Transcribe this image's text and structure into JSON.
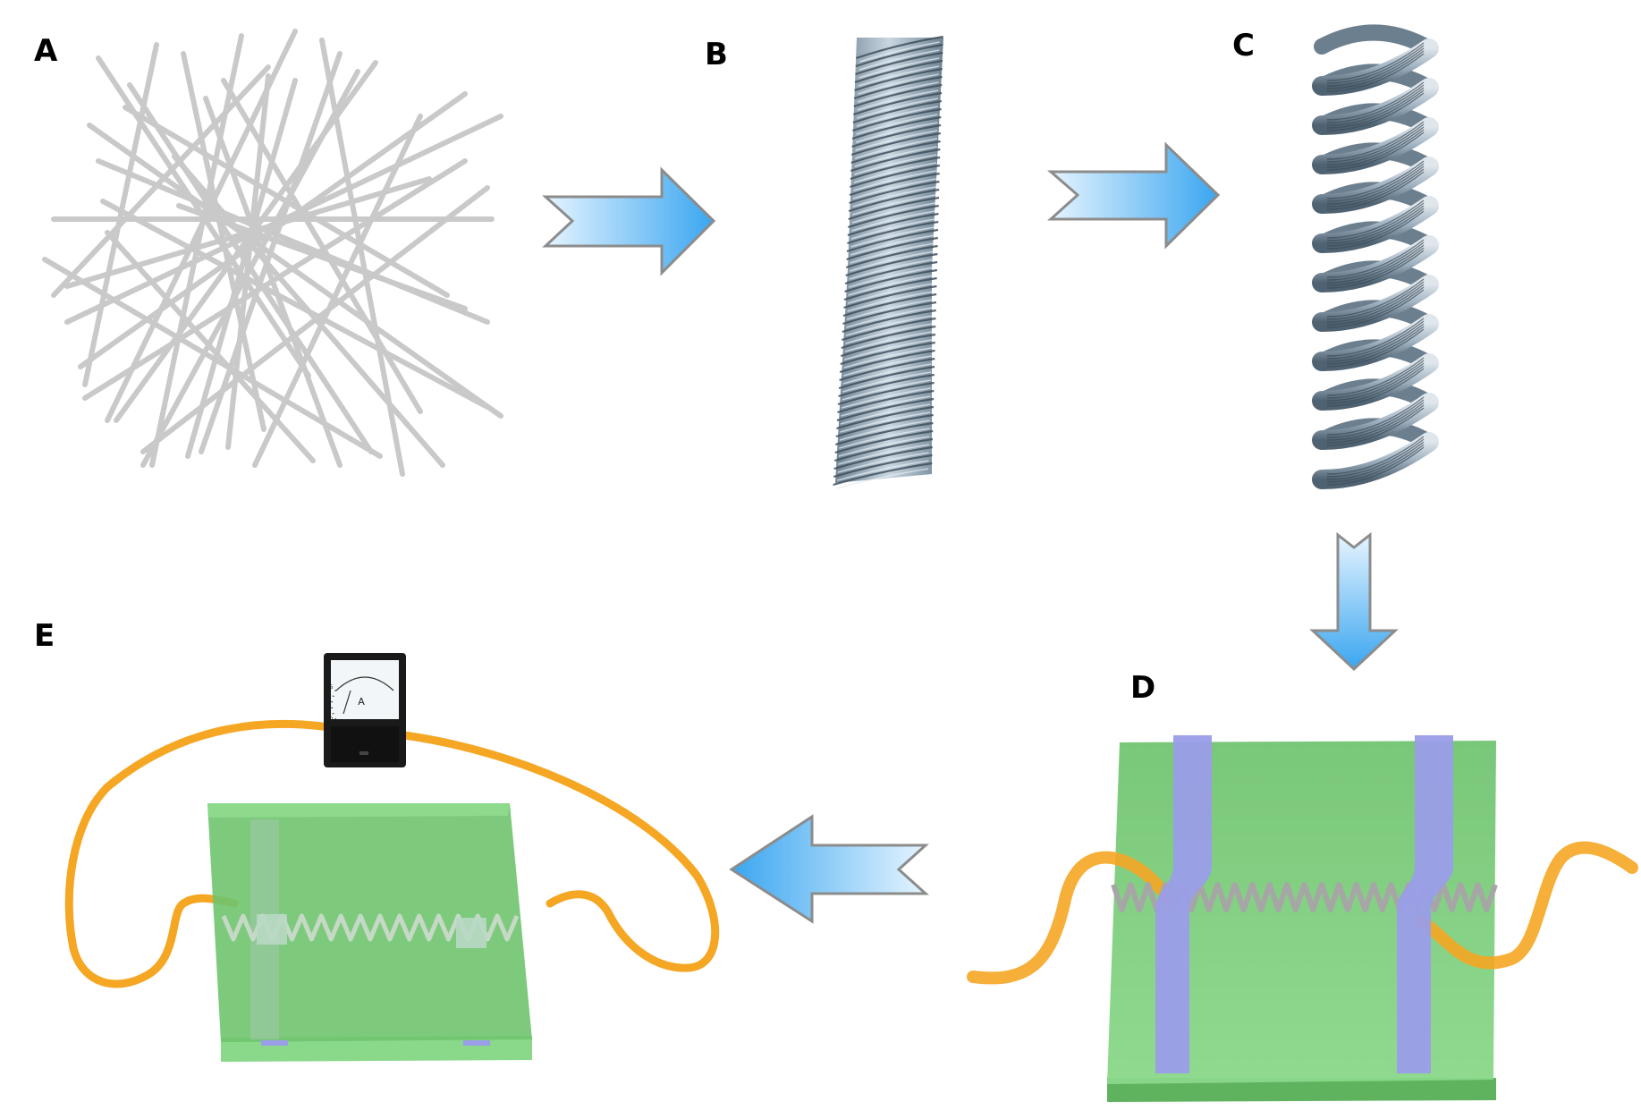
{
  "panels": {
    "a": {
      "label": "A"
    },
    "b": {
      "label": "B"
    },
    "c": {
      "label": "C"
    },
    "d": {
      "label": "D"
    },
    "e": {
      "label": "E"
    }
  },
  "ammeter": {
    "unit": "A",
    "scale": [
      "0",
      "1",
      "2",
      "3",
      "4",
      "5"
    ]
  },
  "colors": {
    "arrow_light": "#d9f0ff",
    "arrow_dark": "#3aa6f0",
    "fiber": "#c8c8c8",
    "yarn": "#9fb1c0",
    "substrate": "#7fcf7f",
    "electrode": "#9a9de8",
    "wire": "#f5a623",
    "meter_body": "#1a1a1a"
  }
}
